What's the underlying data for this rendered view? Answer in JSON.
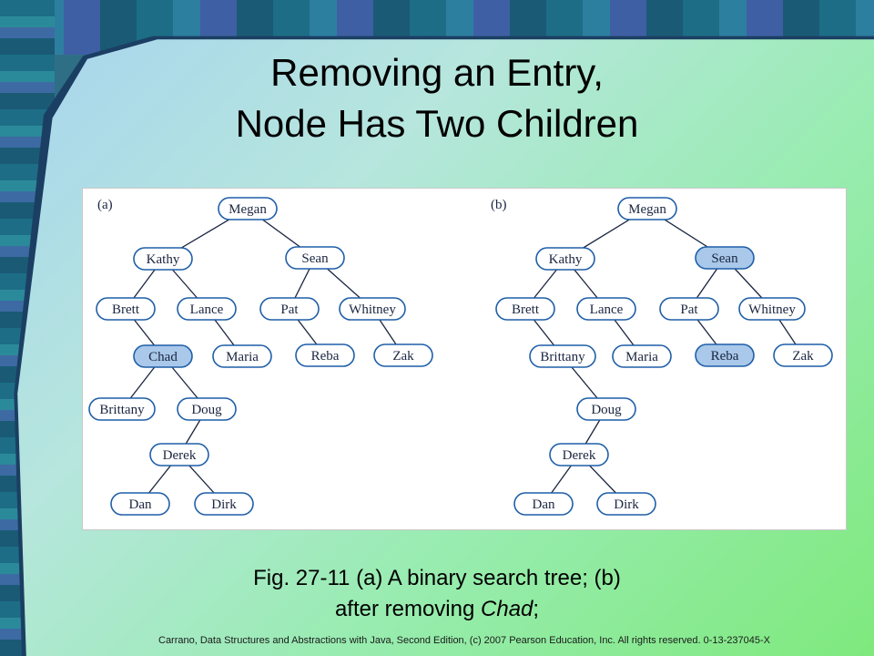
{
  "slide": {
    "title_line1": "Removing an Entry,",
    "title_line2": "Node Has Two Children",
    "caption_line1": "Fig. 27-11 (a) A binary search tree; (b)",
    "caption_line2_prefix": "after removing ",
    "caption_line2_italic": "Chad",
    "caption_line2_suffix": ";",
    "footer": "Carrano, Data Structures and Abstractions with Java, Second Edition, (c) 2007 Pearson Education, Inc. All rights reserved. 0-13-237045-X"
  },
  "trees": [
    {
      "panel_label": "(a)",
      "highlighted": [
        "Chad"
      ],
      "nodes": [
        "Megan",
        "Kathy",
        "Sean",
        "Brett",
        "Lance",
        "Pat",
        "Whitney",
        "Chad",
        "Maria",
        "Reba",
        "Zak",
        "Brittany",
        "Doug",
        "Derek",
        "Dan",
        "Dirk"
      ],
      "edges": [
        [
          "Megan",
          "Kathy"
        ],
        [
          "Megan",
          "Sean"
        ],
        [
          "Kathy",
          "Brett"
        ],
        [
          "Kathy",
          "Lance"
        ],
        [
          "Sean",
          "Pat"
        ],
        [
          "Sean",
          "Whitney"
        ],
        [
          "Brett",
          "Chad"
        ],
        [
          "Lance",
          "Maria"
        ],
        [
          "Pat",
          "Reba"
        ],
        [
          "Whitney",
          "Zak"
        ],
        [
          "Chad",
          "Brittany"
        ],
        [
          "Chad",
          "Doug"
        ],
        [
          "Doug",
          "Derek"
        ],
        [
          "Derek",
          "Dan"
        ],
        [
          "Derek",
          "Dirk"
        ]
      ]
    },
    {
      "panel_label": "(b)",
      "highlighted": [
        "Sean",
        "Reba"
      ],
      "nodes": [
        "Megan",
        "Kathy",
        "Sean",
        "Brett",
        "Lance",
        "Pat",
        "Whitney",
        "Brittany",
        "Maria",
        "Reba",
        "Zak",
        "Doug",
        "Derek",
        "Dan",
        "Dirk"
      ],
      "edges": [
        [
          "Megan",
          "Kathy"
        ],
        [
          "Megan",
          "Sean"
        ],
        [
          "Kathy",
          "Brett"
        ],
        [
          "Kathy",
          "Lance"
        ],
        [
          "Sean",
          "Pat"
        ],
        [
          "Sean",
          "Whitney"
        ],
        [
          "Brett",
          "Brittany"
        ],
        [
          "Lance",
          "Maria"
        ],
        [
          "Pat",
          "Reba"
        ],
        [
          "Whitney",
          "Zak"
        ],
        [
          "Brittany",
          "Doug"
        ],
        [
          "Doug",
          "Derek"
        ],
        [
          "Derek",
          "Dan"
        ],
        [
          "Derek",
          "Dirk"
        ]
      ]
    }
  ],
  "colors": {
    "node_fill": "#ffffff",
    "node_highlight_fill": "#a9c8ea",
    "node_stroke": "#1f5fa8",
    "edge": "#1a2540"
  }
}
